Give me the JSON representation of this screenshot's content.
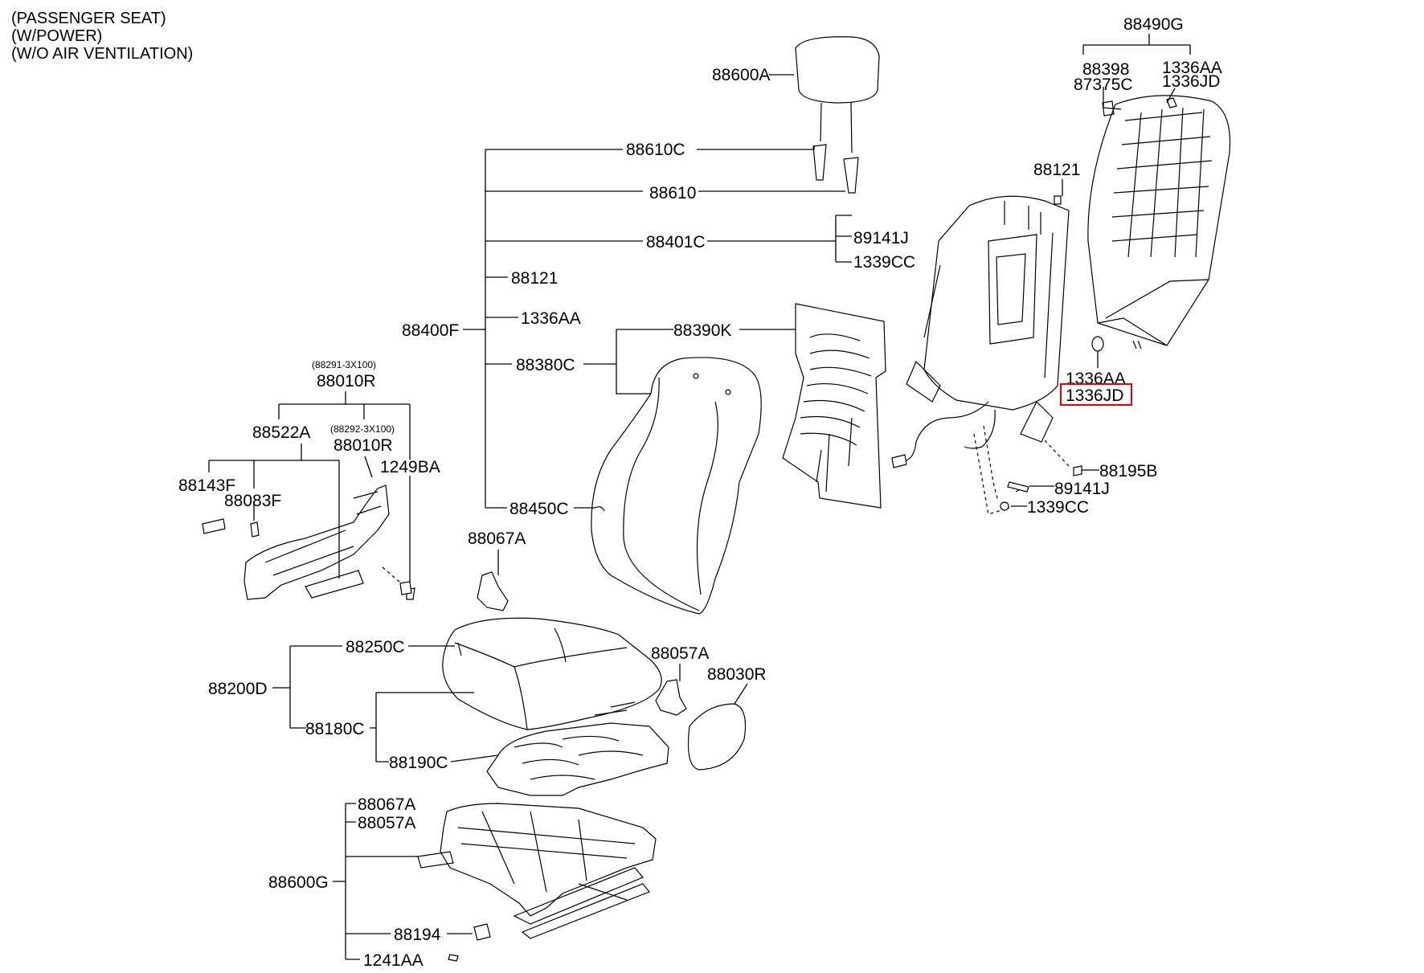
{
  "header": {
    "line1": "(PASSENGER SEAT)",
    "line2": "(W/POWER)",
    "line3": "(W/O AIR VENTILATION)"
  },
  "labels": {
    "p88490G": "88490G",
    "p88398": "88398",
    "p87375C": "87375C",
    "p1336AA_top": "1336AA",
    "p1336JD_top": "1336JD",
    "p88600A": "88600A",
    "p88610C": "88610C",
    "p88610": "88610",
    "p88121_top": "88121",
    "p88401C": "88401C",
    "p89141J_top": "89141J",
    "p1339CC_top": "1339CC",
    "p88121_mid": "88121",
    "p1336AA_mid": "1336AA",
    "p88400F": "88400F",
    "p88390K": "88390K",
    "p88380C": "88380C",
    "p1336AA_right": "1336AA",
    "p1336JD_highlight": "1336JD",
    "p88195B": "88195B",
    "p89141J_low": "89141J",
    "p1339CC_low": "1339CC",
    "p88450C": "88450C",
    "p88010R_note1": "(88291-3X100)",
    "p88010R_1": "88010R",
    "p88522A": "88522A",
    "p88010R_note2": "(88292-3X100)",
    "p88010R_2": "88010R",
    "p1249BA": "1249BA",
    "p88143F": "88143F",
    "p88083F": "88083F",
    "p88067A_top": "88067A",
    "p88250C": "88250C",
    "p88057A_top": "88057A",
    "p88030R": "88030R",
    "p88200D": "88200D",
    "p88180C": "88180C",
    "p88190C": "88190C",
    "p88067A_low": "88067A",
    "p88057A_low": "88057A",
    "p88600G": "88600G",
    "p88194": "88194",
    "p1241AA": "1241AA"
  },
  "highlight_color": "#e00000"
}
